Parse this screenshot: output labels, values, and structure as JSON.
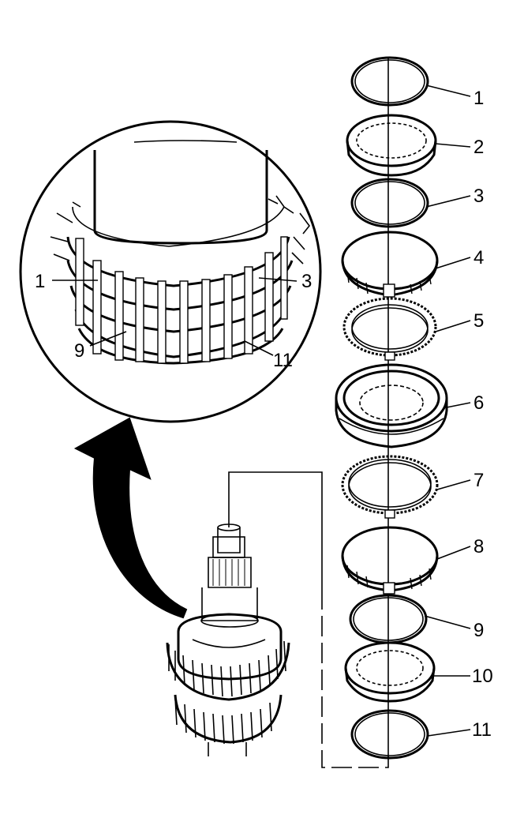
{
  "exploded_callouts": [
    {
      "id": "1",
      "text": "1"
    },
    {
      "id": "2",
      "text": "2"
    },
    {
      "id": "3",
      "text": "3"
    },
    {
      "id": "4",
      "text": "4"
    },
    {
      "id": "5",
      "text": "5"
    },
    {
      "id": "6",
      "text": "6"
    },
    {
      "id": "7",
      "text": "7"
    },
    {
      "id": "8",
      "text": "8"
    },
    {
      "id": "9",
      "text": "9"
    },
    {
      "id": "10",
      "text": "10"
    },
    {
      "id": "11",
      "text": "11"
    }
  ],
  "detail_callouts": [
    {
      "id": "1",
      "text": "1"
    },
    {
      "id": "3",
      "text": "3"
    },
    {
      "id": "9",
      "text": "9"
    },
    {
      "id": "11",
      "text": "11"
    }
  ],
  "colors": {
    "ink": "#000000",
    "paper": "#ffffff"
  }
}
